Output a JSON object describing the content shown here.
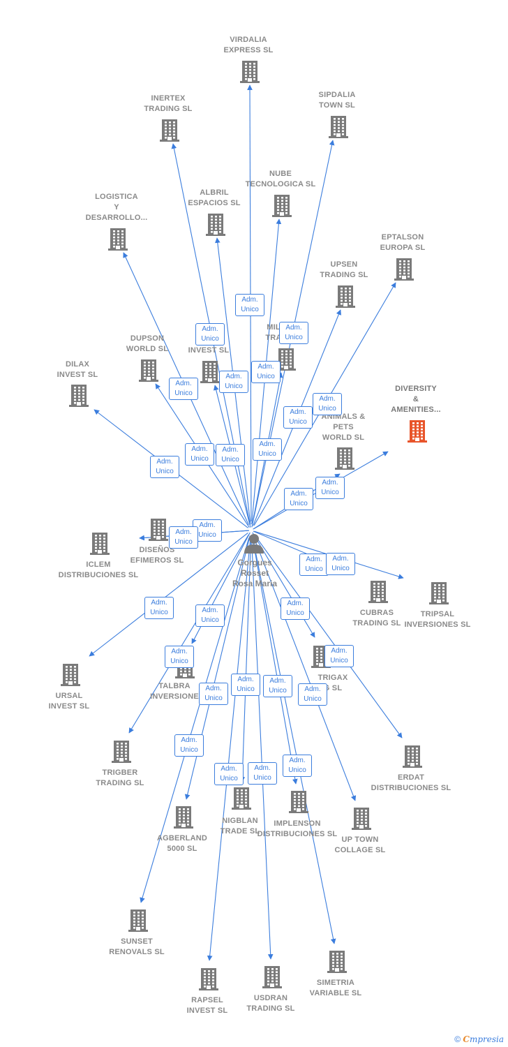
{
  "center": {
    "name_lines": [
      "Gorgues",
      "Rosset",
      "Rosa Maria"
    ],
    "icon": "person-icon"
  },
  "badge_text": [
    "Adm.",
    "Unico"
  ],
  "colors": {
    "edge": "#3b7ddd",
    "building": "#7a7a7a",
    "highlight": "#e8552b",
    "label": "#8a8a8a"
  },
  "companies": [
    {
      "id": "virdalia",
      "label": "VIRDALIA\nEXPRESS SL"
    },
    {
      "id": "inertex",
      "label": "INERTEX\nTRADING SL"
    },
    {
      "id": "sipdalia",
      "label": "SIPDALIA\nTOWN SL"
    },
    {
      "id": "nube",
      "label": "NUBE\nTECNOLOGICA SL"
    },
    {
      "id": "albril",
      "label": "ALBRIL\nESPACIOS SL"
    },
    {
      "id": "logistica",
      "label": "LOGISTICA\nY\nDESARROLLO..."
    },
    {
      "id": "eptalson",
      "label": "EPTALSON\nEUROPA SL"
    },
    {
      "id": "upsen",
      "label": "UPSEN\nTRADING SL"
    },
    {
      "id": "mil",
      "label": "MIL\nTRA"
    },
    {
      "id": "s-invest",
      "label": "S\nINVEST SL"
    },
    {
      "id": "dupson",
      "label": "DUPSON\nWORLD SL"
    },
    {
      "id": "dilax",
      "label": "DILAX\nINVEST SL"
    },
    {
      "id": "diversity",
      "label": "DIVERSITY\n&\nAMENITIES...",
      "highlight": true
    },
    {
      "id": "animals",
      "label": "ANIMALS &\nPETS\nWORLD SL"
    },
    {
      "id": "disenos",
      "label": "DISEÑOS\nEFIMEROS SL"
    },
    {
      "id": "iclem",
      "label": "ICLEM\nDISTRIBUCIONES SL"
    },
    {
      "id": "cubras",
      "label": "CUBRAS\nTRADING SL"
    },
    {
      "id": "tripsal",
      "label": "TRIPSAL\nINVERSIONES SL"
    },
    {
      "id": "trigax",
      "label": "TRIGAX\nG SL"
    },
    {
      "id": "ursal",
      "label": "URSAL\nINVEST SL"
    },
    {
      "id": "talbra",
      "label": "TALBRA\nINVERSIONE"
    },
    {
      "id": "erdat",
      "label": "ERDAT\nDISTRIBUCIONES SL"
    },
    {
      "id": "trigber",
      "label": "TRIGBER\nTRADING SL"
    },
    {
      "id": "nigblan",
      "label": "NIGBLAN\nTRADE SL"
    },
    {
      "id": "implenson",
      "label": "IMPLENSON\nDISTRIBUCIONES SL"
    },
    {
      "id": "agberland",
      "label": "AGBERLAND\n5000 SL"
    },
    {
      "id": "uptown",
      "label": "UP TOWN\nCOLLAGE SL"
    },
    {
      "id": "sunset",
      "label": "SUNSET\nRENOVALS SL"
    },
    {
      "id": "rapsel",
      "label": "RAPSEL\nINVEST SL"
    },
    {
      "id": "usdran",
      "label": "USDRAN\nTRADING SL"
    },
    {
      "id": "simetria",
      "label": "SIMETRIA\nVARIABLE SL"
    }
  ],
  "footer": {
    "copyright": "©",
    "brand_first": "C",
    "brand_rest": "mpresia"
  }
}
